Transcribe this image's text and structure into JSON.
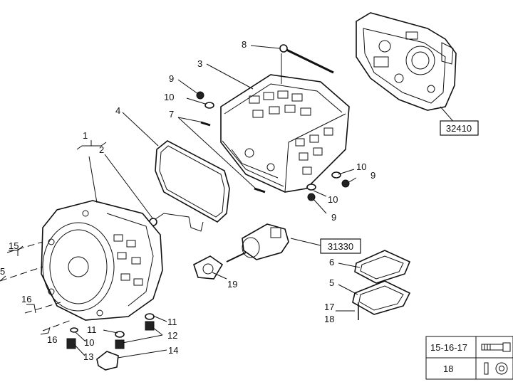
{
  "callouts": {
    "c1": "1",
    "c2": "2",
    "c3": "3",
    "c4": "4",
    "c5": "5",
    "c6": "6",
    "c7": "7",
    "c8": "8",
    "c9a": "9",
    "c9b": "9",
    "c9c": "9",
    "c10a": "10",
    "c10b": "10",
    "c10c": "10",
    "c10d": "10",
    "c11a": "11",
    "c11b": "11",
    "c12": "12",
    "c13": "13",
    "c14": "14",
    "c15": "15",
    "c16a": "16",
    "c16b": "16",
    "c17": "17",
    "c18": "18",
    "c19": "19",
    "c5b": "5"
  },
  "references": {
    "ref_32410": "32410",
    "ref_31330": "31330"
  },
  "legend": {
    "rows": [
      {
        "label": "15-16-17",
        "icon": "bolt-icon"
      },
      {
        "label": "18",
        "icon": "pin-washer-icon"
      }
    ]
  }
}
